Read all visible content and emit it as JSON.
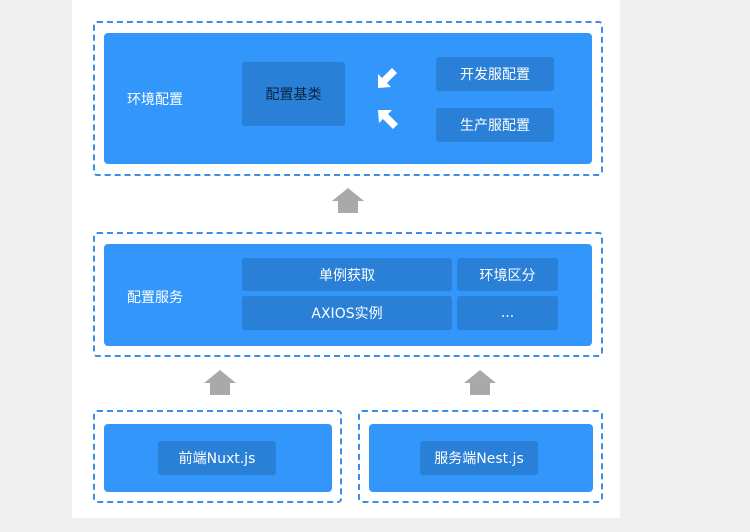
{
  "colors": {
    "dashed_border": "#3a8ee6",
    "panel": "#3296fa",
    "chip": "#2a7fd6",
    "up_arrow": "#a9a9a9",
    "canvas": "#ffffff",
    "backdrop": "#f0f0f0"
  },
  "env_config": {
    "label": "环境配置",
    "base_class": "配置基类",
    "dev_config": "开发服配置",
    "prod_config": "生产服配置"
  },
  "config_service": {
    "label": "配置服务",
    "singleton": "单例获取",
    "env_distinguish": "环境区分",
    "axios_instance": "AXIOS实例",
    "ellipsis": "..."
  },
  "frontend": {
    "label": "前端Nuxt.js"
  },
  "server": {
    "label": "服务端Nest.js"
  },
  "icons": {
    "up_arrow": "up-arrow-icon",
    "inward_arrow": "diagonal-arrow-icon"
  }
}
